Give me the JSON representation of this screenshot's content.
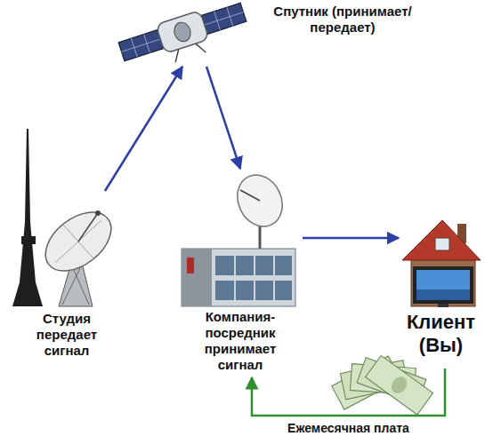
{
  "diagram": {
    "nodes": [
      {
        "text": [
          "Спутник (принимает/передает)"
        ]
      },
      {
        "text": [
          "Студия передает сигнал"
        ]
      },
      {
        "text": [
          "Компания-посредник принимает сигнал"
        ]
      },
      {
        "text": [
          "Клиент (Вы)"
        ]
      }
    ],
    "edges": [
      {
        "from": 1,
        "to": 0,
        "arrow": "to"
      },
      {
        "from": 0,
        "to": 2,
        "arrow": "to"
      },
      {
        "from": 2,
        "to": 3,
        "arrow": "to"
      },
      {
        "from": 3,
        "to": 2,
        "label": "Ежемесячная плата",
        "arrow": "to"
      }
    ]
  }
}
